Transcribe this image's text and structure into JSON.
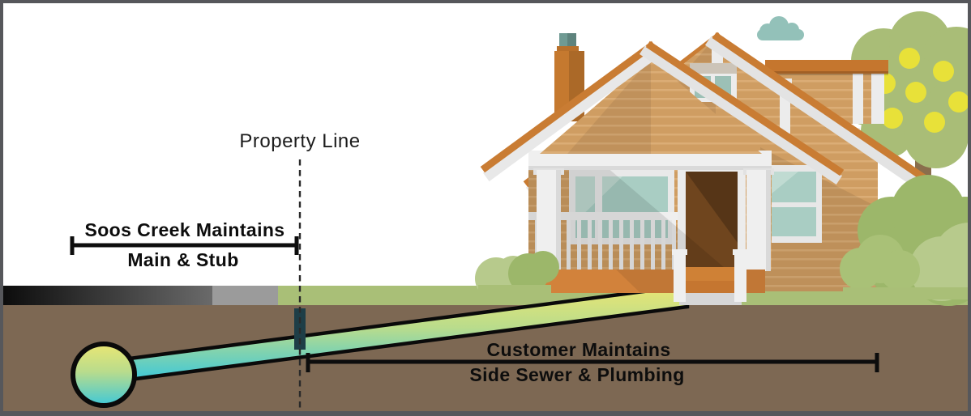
{
  "labels": {
    "property_line": "Property Line",
    "utility_zone": {
      "line1": "Soos Creek Maintains",
      "line2": "Main & Stub"
    },
    "customer_zone": {
      "line1": "Customer Maintains",
      "line2": "Side Sewer & Plumbing"
    }
  },
  "colors": {
    "soil_brown": "#7d6853",
    "grass_green": "#a9bf77",
    "pavement_gray": "#9b9b9b",
    "roof_orange": "#c97c33",
    "siding_tan": "#cf9d62",
    "foundation_orange": "#d2823b",
    "window_glass_teal": "#a9cdc3",
    "cloud_teal": "#93c1b9",
    "tree_green": "#a9bd77",
    "fruit_yellow": "#e8e139",
    "pipe_gradient_top": "#eae673",
    "pipe_gradient_bottom": "#3fc8d8",
    "property_marker_dark_teal": "#1e3e47",
    "label_text": "#0d0d0d",
    "frame_gray": "#56575b"
  }
}
